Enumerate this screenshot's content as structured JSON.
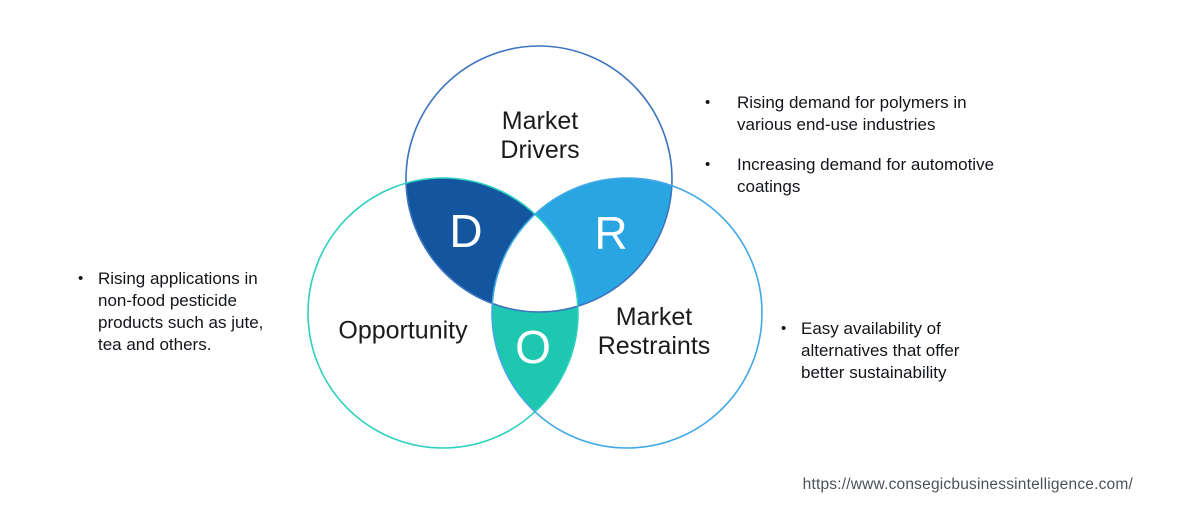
{
  "venn": {
    "drivers": {
      "line1": "Market",
      "line2": "Drivers",
      "letter": "D"
    },
    "restraints": {
      "line1": "Market",
      "line2": "Restraints",
      "letter": "R"
    },
    "opportunity": {
      "label": "Opportunity",
      "letter": "O"
    },
    "colors": {
      "d_lens": "#13569F",
      "r_lens": "#29A5E2",
      "o_lens": "#1EC8B0",
      "drivers_outline": "#3C74BE",
      "opportunity_outline": "#2ED0BE",
      "restraints_outline": "#3FA9E6"
    }
  },
  "bullets": {
    "marker": "•",
    "drivers": [
      "Rising demand for polymers in various end-use industries",
      "Increasing demand for automotive coatings"
    ],
    "opportunity": [
      "Rising applications in non-food pesticide products such as jute, tea and others."
    ],
    "restraints": [
      "Easy availability of alternatives that offer better sustainability"
    ]
  },
  "footer": {
    "url": "https://www.consegicbusinessintelligence.com/"
  }
}
